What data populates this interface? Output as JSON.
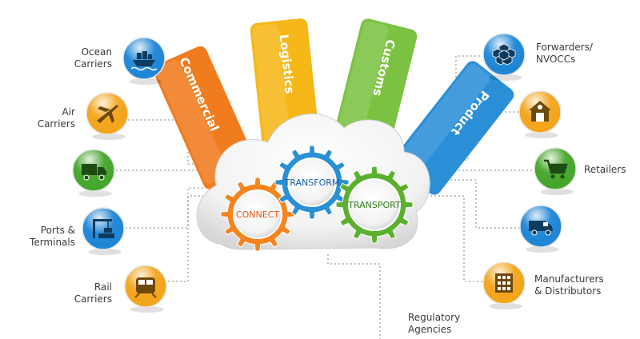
{
  "tabs": [
    {
      "label": "Commercial",
      "color": "#f07c1e"
    },
    {
      "label": "Logistics",
      "color": "#f6b718"
    },
    {
      "label": "Customs",
      "color": "#7cc242"
    },
    {
      "label": "Product",
      "color": "#2b8fd8"
    }
  ],
  "gears": [
    {
      "label": "CONNECT",
      "color": "#f5841f",
      "text_color": "#e2561a"
    },
    {
      "label": "TRANSFORM",
      "color": "#2a8fd3",
      "text_color": "#1a5fa6"
    },
    {
      "label": "TRANSPORT",
      "color": "#5bb030",
      "text_color": "#2f7f1a"
    }
  ],
  "left_nodes": [
    {
      "label": "Ocean\nCarriers",
      "icon": "ship-icon",
      "color": "#1f86d6"
    },
    {
      "label": "Air\nCarriers",
      "icon": "airplane-icon",
      "color": "#f3a51b"
    },
    {
      "label": "",
      "icon": "truck-icon",
      "color": "#45a62c"
    },
    {
      "label": "Ports &\nTerminals",
      "icon": "port-crane-icon",
      "color": "#1f86d6"
    },
    {
      "label": "Rail\nCarriers",
      "icon": "train-icon",
      "color": "#f3a51b"
    }
  ],
  "right_nodes": [
    {
      "label": "Forwarders/\nNVOCCs",
      "icon": "cubes-icon",
      "color": "#1f86d6"
    },
    {
      "label": "",
      "icon": "warehouse-icon",
      "color": "#f3a51b"
    },
    {
      "label": "Retailers",
      "icon": "shopping-cart-icon",
      "color": "#45a62c"
    },
    {
      "label": "",
      "icon": "van-icon",
      "color": "#1f86d6"
    },
    {
      "label": "Manufacturers\n& Distributors",
      "icon": "factory-icon",
      "color": "#f3a51b"
    }
  ],
  "bottom_node": {
    "label": "Regulatory\nAgencies"
  }
}
